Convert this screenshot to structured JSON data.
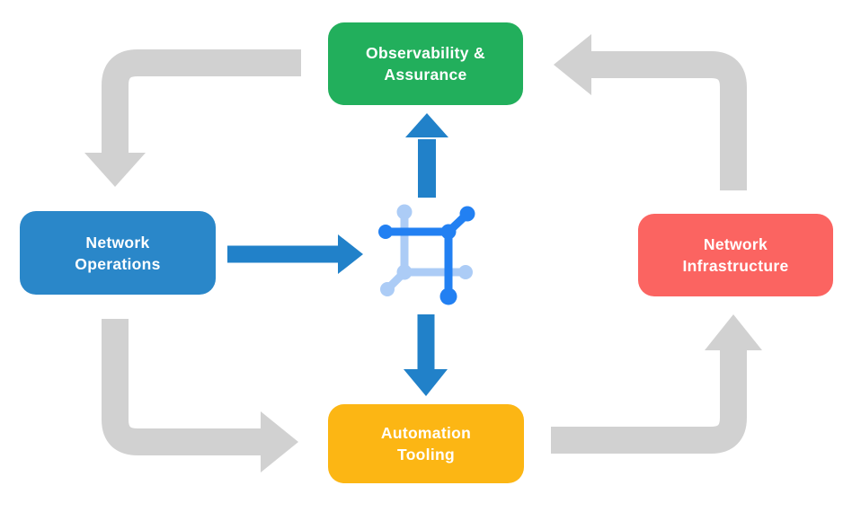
{
  "diagram": {
    "type": "cycle-flow-diagram",
    "background": "#ffffff",
    "palette": {
      "arrow_gray": "#D1D1D1",
      "arrow_blue": "#2181C9",
      "icon_blue_dark": "#2280F2",
      "icon_blue_light": "#ACCCF6"
    },
    "nodes": {
      "observability": {
        "label": "Observability &\nAssurance",
        "color": "#22AF5C"
      },
      "operations": {
        "label": "Network\nOperations",
        "color": "#2A87C9"
      },
      "infrastructure": {
        "label": "Network\nInfrastructure",
        "color": "#FB6461"
      },
      "tooling": {
        "label": "Automation\nTooling",
        "color": "#FCB614"
      }
    },
    "center_icon": "network-automation-mesh-icon",
    "flows": [
      {
        "from": "Observability & Assurance",
        "to": "Network Operations",
        "style": "gray-curved"
      },
      {
        "from": "Network Operations",
        "to": "Automation Tooling",
        "style": "gray-curved"
      },
      {
        "from": "Automation Tooling",
        "to": "Network Infrastructure",
        "style": "gray-curved"
      },
      {
        "from": "Network Infrastructure",
        "to": "Observability & Assurance",
        "style": "gray-curved"
      },
      {
        "from": "Network Operations",
        "to": "center-icon",
        "style": "blue-straight"
      },
      {
        "from": "center-icon",
        "to": "Observability & Assurance",
        "style": "blue-straight"
      },
      {
        "from": "center-icon",
        "to": "Automation Tooling",
        "style": "blue-straight"
      }
    ]
  }
}
